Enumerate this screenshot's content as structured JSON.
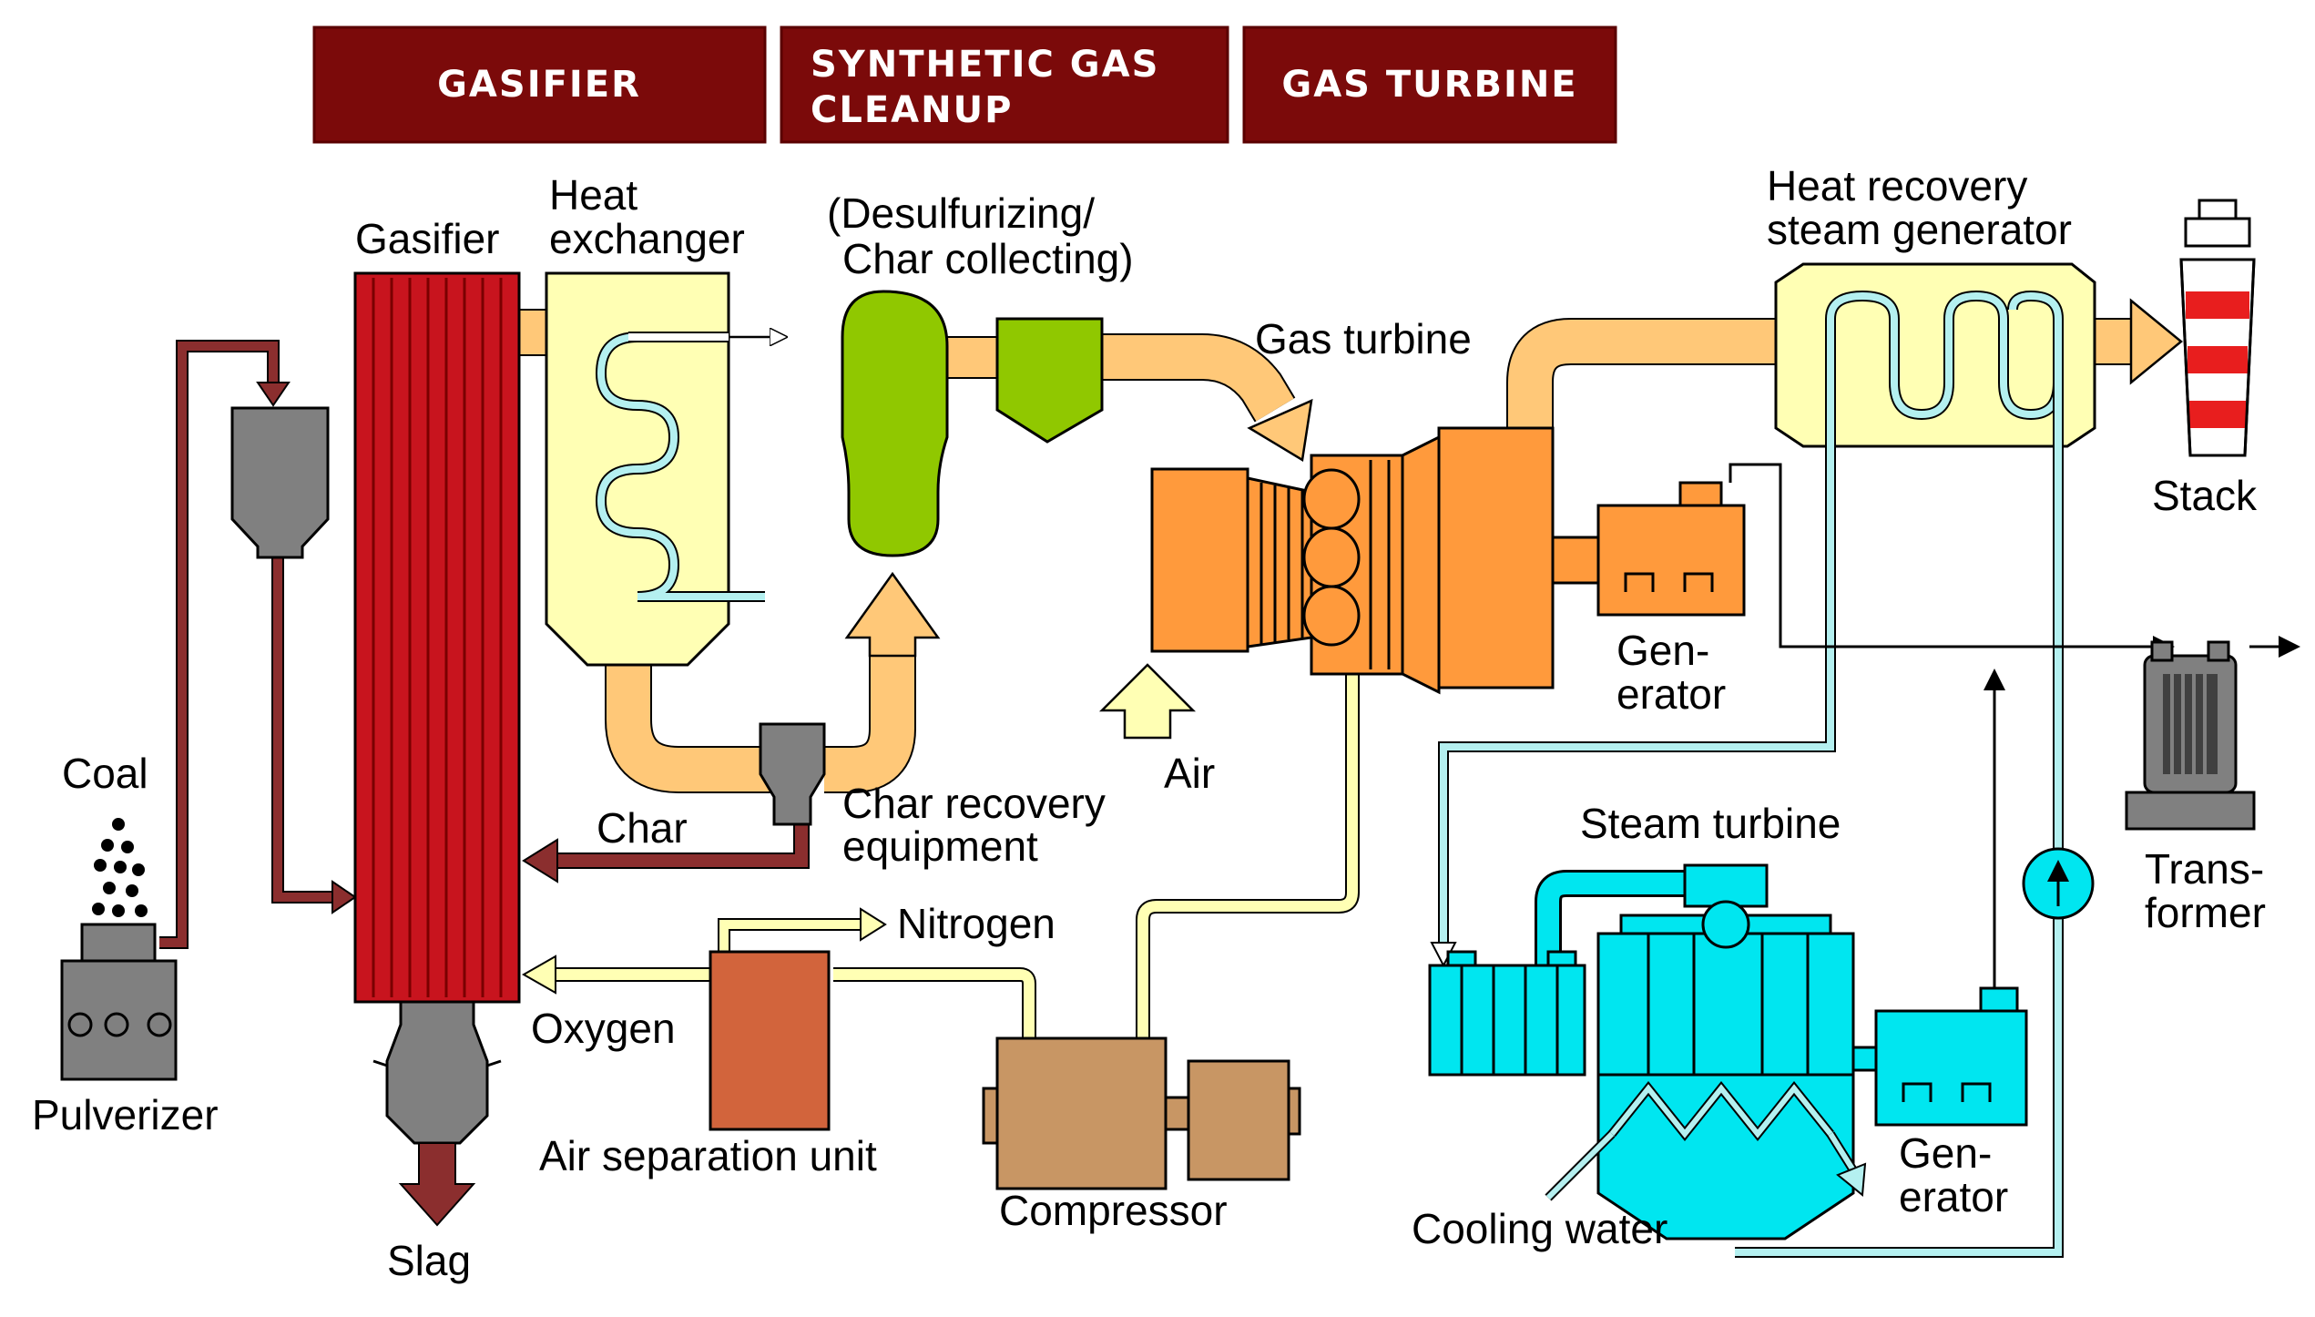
{
  "headers": {
    "gasifier": "GASIFIER",
    "cleanup_line1": "SYNTHETIC GAS",
    "cleanup_line2": "CLEANUP",
    "gas_turbine": "GAS TURBINE"
  },
  "labels": {
    "gasifier": "Gasifier",
    "heat_exchanger_line1": "Heat",
    "heat_exchanger_line2": "exchanger",
    "desulfurizing_line1": "(Desulfurizing/",
    "desulfurizing_line2": "Char collecting)",
    "gas_turbine": "Gas turbine",
    "hrsg_line1": "Heat recovery",
    "hrsg_line2": "steam generator",
    "stack": "Stack",
    "coal": "Coal",
    "pulverizer": "Pulverizer",
    "char": "Char",
    "char_recovery_line1": "Char recovery",
    "char_recovery_line2": "equipment",
    "air": "Air",
    "generator1_line1": "Gen-",
    "generator1_line2": "erator",
    "nitrogen": "Nitrogen",
    "oxygen": "Oxygen",
    "air_separation_unit": "Air separation unit",
    "compressor": "Compressor",
    "slag": "Slag",
    "steam_turbine": "Steam turbine",
    "cooling_water": "Cooling water",
    "generator2_line1": "Gen-",
    "generator2_line2": "erator",
    "transformer_line1": "Trans-",
    "transformer_line2": "former"
  },
  "colors": {
    "header_bg": "#7b0a0a",
    "gasifier_red": "#c8141e",
    "char_line": "#8b2e2e",
    "syngas_flow": "#ffc878",
    "air_line": "#ffffb4",
    "cleanup_green": "#90c800",
    "gas_turbine_orange": "#ff9a3c",
    "air_separation": "#d2643c",
    "compressor_tan": "#c89664",
    "steam_cyan": "#00e6f0",
    "water_line": "#b4f0f0",
    "equipment_gray": "#808080"
  }
}
